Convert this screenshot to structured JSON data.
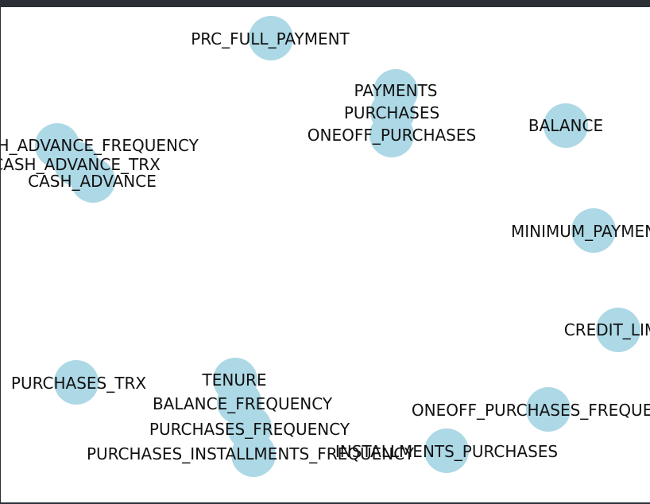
{
  "diagram": {
    "type": "network-graph",
    "node_color": "#add8e6",
    "label_color": "#111111",
    "background": "#ffffff",
    "nodes": [
      {
        "id": "prc_full_payment",
        "label": "PRC_FULL_PAYMENT"
      },
      {
        "id": "payments",
        "label": "PAYMENTS"
      },
      {
        "id": "purchases",
        "label": "PURCHASES"
      },
      {
        "id": "oneoff_purchases",
        "label": "ONEOFF_PURCHASES"
      },
      {
        "id": "balance",
        "label": "BALANCE"
      },
      {
        "id": "cash_advance_frequency",
        "label": "CASH_ADVANCE_FREQUENCY"
      },
      {
        "id": "cash_advance_trx",
        "label": "CASH_ADVANCE_TRX"
      },
      {
        "id": "cash_advance",
        "label": "CASH_ADVANCE"
      },
      {
        "id": "minimum_payments",
        "label": "MINIMUM_PAYMENTS"
      },
      {
        "id": "credit_limit",
        "label": "CREDIT_LIMIT"
      },
      {
        "id": "purchases_trx",
        "label": "PURCHASES_TRX"
      },
      {
        "id": "tenure",
        "label": "TENURE"
      },
      {
        "id": "balance_frequency",
        "label": "BALANCE_FREQUENCY"
      },
      {
        "id": "purchases_frequency",
        "label": "PURCHASES_FREQUENCY"
      },
      {
        "id": "purchases_installments_frequency",
        "label": "PURCHASES_INSTALLMENTS_FREQUENCY"
      },
      {
        "id": "installments_purchases",
        "label": "INSTALLMENTS_PURCHASES"
      },
      {
        "id": "oneoff_purchases_frequency",
        "label": "ONEOFF_PURCHASES_FREQUENCY"
      }
    ]
  }
}
